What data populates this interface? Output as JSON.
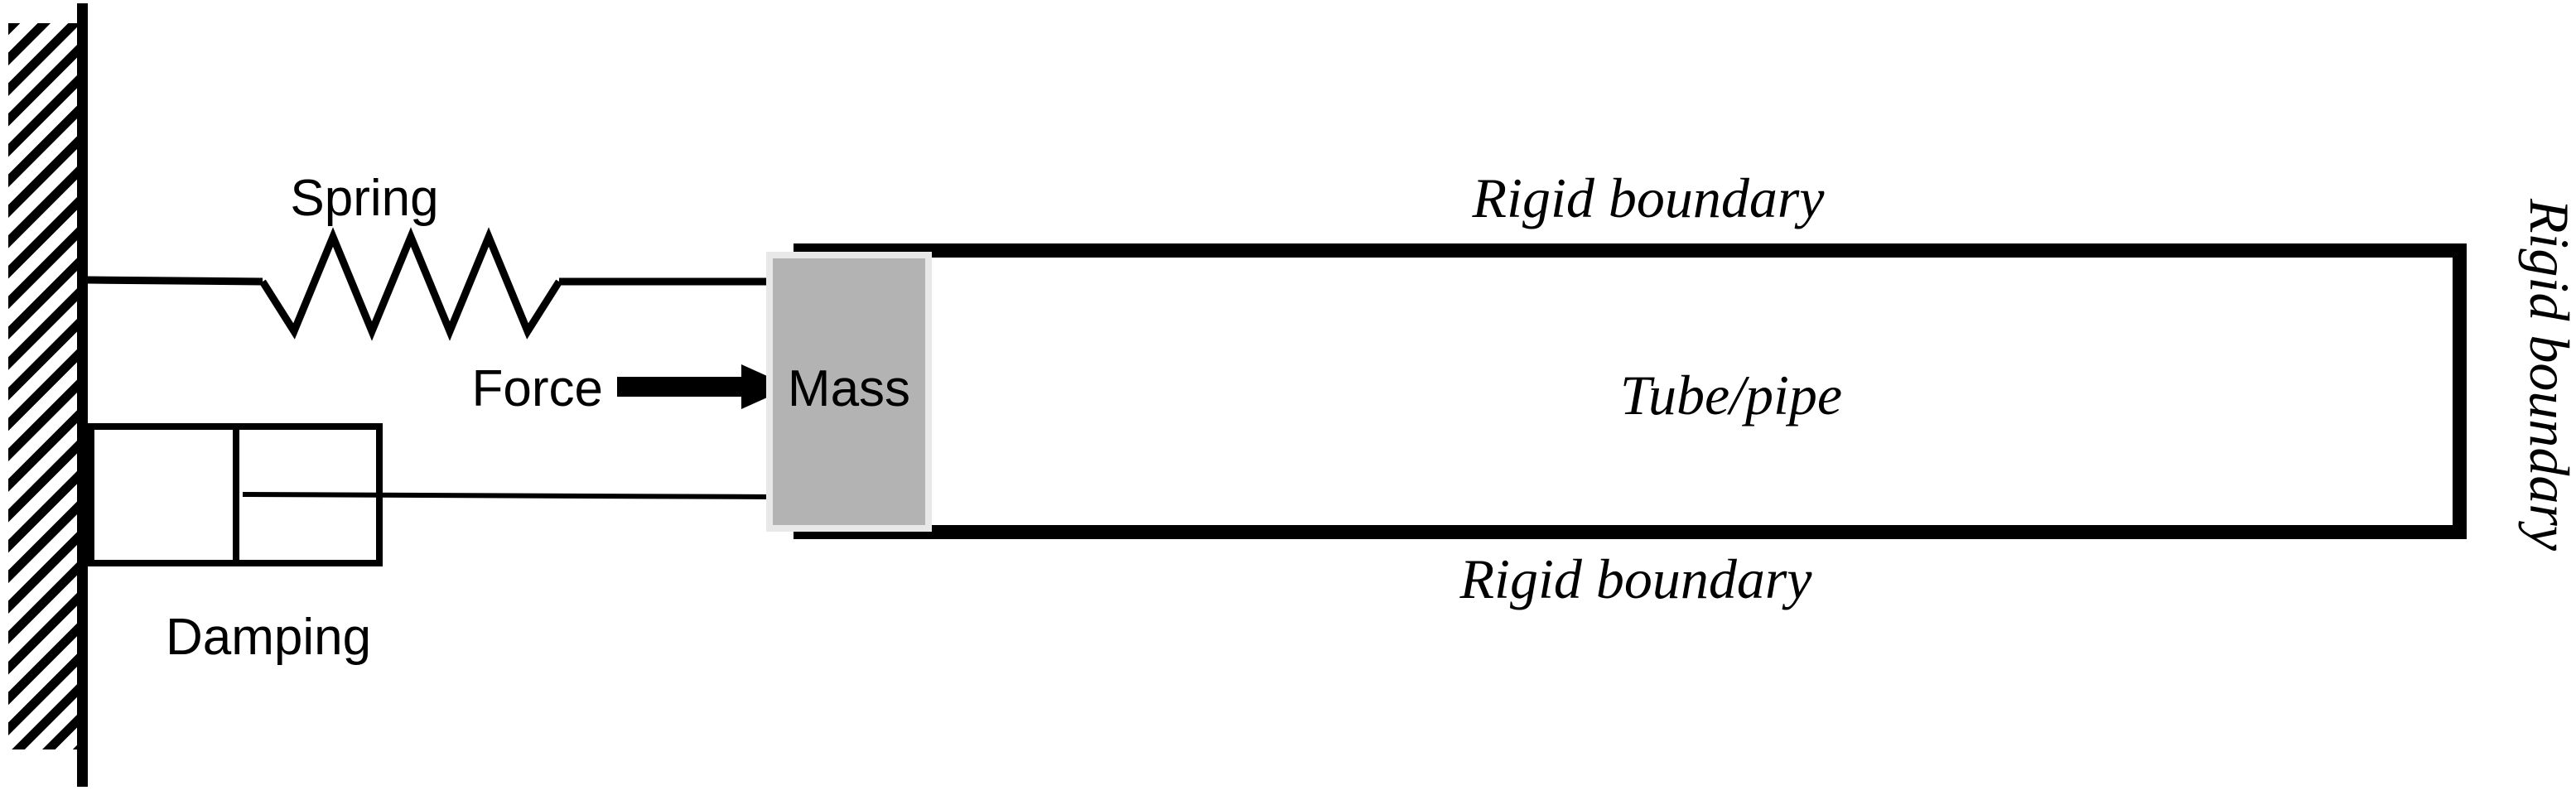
{
  "diagram": {
    "title": "Mass-spring-damper attached to a rigid-walled tube/pipe",
    "colors": {
      "stroke": "#000000",
      "background": "#ffffff",
      "mass_fill": "#b3b3b3",
      "mass_border": "#e8e8e8",
      "hatch": "#000000"
    },
    "labels": {
      "spring": "Spring",
      "damping": "Damping",
      "force": "Force",
      "mass": "Mass",
      "tube": "Tube/pipe",
      "rigid_boundary_top": "Rigid boundary",
      "rigid_boundary_bottom": "Rigid boundary",
      "rigid_boundary_right": "Rigid boundary"
    },
    "elements": {
      "wall": {
        "name": "fixed-support-wall",
        "hatched": true
      },
      "spring": {
        "name": "coil-spring",
        "coils": 4
      },
      "damper": {
        "name": "dashpot-damper",
        "has_piston": true
      },
      "mass": {
        "name": "mass-block"
      },
      "force_arrow": {
        "name": "force-arrow",
        "direction": "right"
      },
      "tube": {
        "name": "tube-pipe",
        "closed_right_end": true
      }
    }
  }
}
